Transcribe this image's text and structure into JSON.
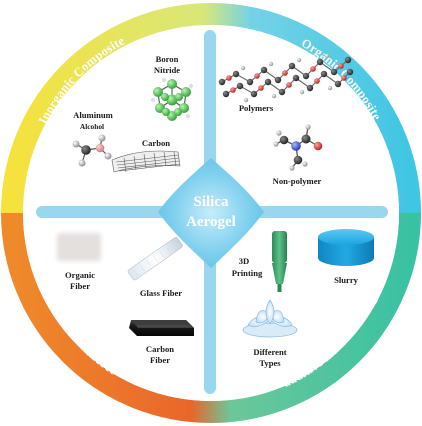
{
  "center": {
    "line1": "Silica",
    "line2": "Aerogel"
  },
  "ring": {
    "inorganic": "Inorganic Composite",
    "organic": "Organic Composite",
    "fiber": "Fiber Reinforce",
    "additive": "additive manufacturing"
  },
  "inorganic": {
    "boron_line1": "Boron",
    "boron_line2": "Nitride",
    "aluminum_line1": "Aluminum",
    "aluminum_line2": "Alcohol",
    "carbon": "Carbon"
  },
  "organic": {
    "polymers": "Polymers",
    "non_polymer": "Non-polymer"
  },
  "fiber": {
    "organic_line1": "Organic",
    "organic_line2": "Fiber",
    "glass": "Glass Fiber",
    "carbon_line1": "Carbon",
    "carbon_line2": "Fiber"
  },
  "additive": {
    "printing_line1": "3D",
    "printing_line2": "Printing",
    "slurry": "Slurry",
    "types_line1": "Different",
    "types_line2": "Types"
  },
  "colors": {
    "ring_yellow": "#f2dc3a",
    "ring_orange": "#ef7a2a",
    "ring_cyan": "#3fc6e3",
    "ring_green": "#3bbf88",
    "divider": "#8fd3ec",
    "center": "#7fd0ee",
    "slurry": "#1aa5e0",
    "nozzle": "#3c9e68"
  }
}
